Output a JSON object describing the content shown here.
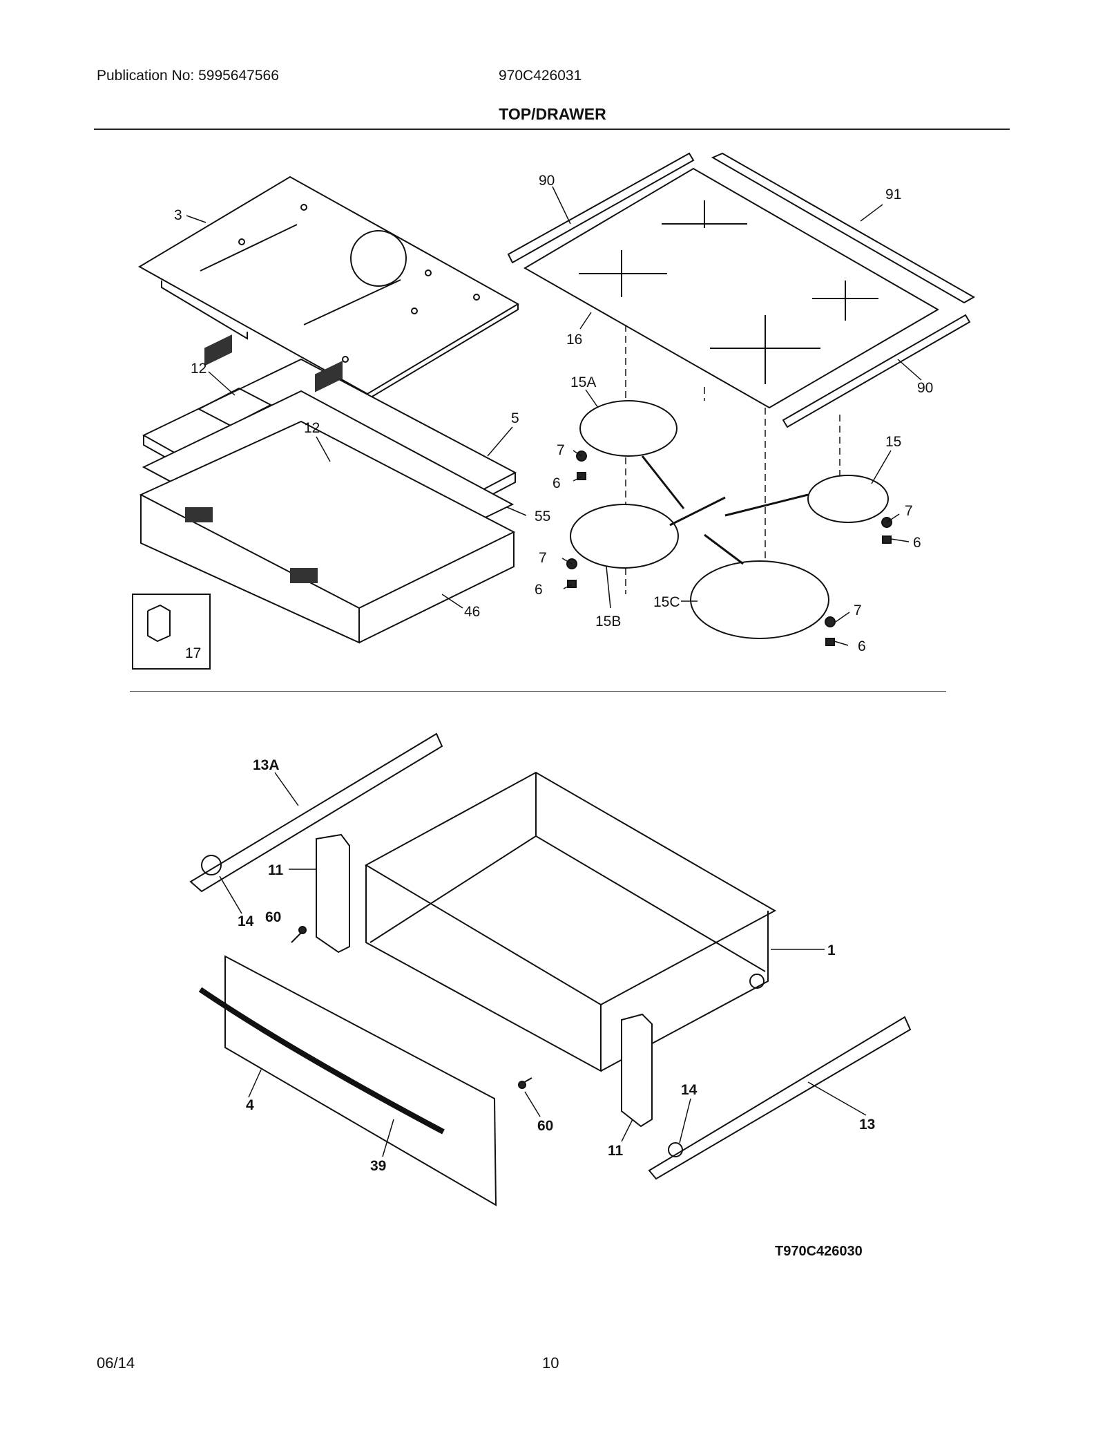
{
  "header": {
    "publication": "Publication No: 5995647566",
    "model": "970C426031",
    "title": "TOP/DRAWER"
  },
  "footer": {
    "date": "06/14",
    "page": "10"
  },
  "drawing_number": "T970C426030",
  "callouts": {
    "c3": "3",
    "c12a": "12",
    "c12b": "12",
    "c5": "5",
    "c55": "55",
    "c46": "46",
    "c17": "17",
    "c90a": "90",
    "c91": "91",
    "c16": "16",
    "c90b": "90",
    "c15a": "15A",
    "c15": "15",
    "c7a": "7",
    "c6a": "6",
    "c7b": "7",
    "c6b": "6",
    "c7c": "7",
    "c6c": "6",
    "c7d": "7",
    "c6d": "6",
    "c15b": "15B",
    "c15c": "15C",
    "c13a": "13A",
    "c11a": "11",
    "c14a": "14",
    "c60a": "60",
    "c1": "1",
    "c4": "4",
    "c39": "39",
    "c60b": "60",
    "c11b": "11",
    "c14b": "14",
    "c13": "13"
  }
}
